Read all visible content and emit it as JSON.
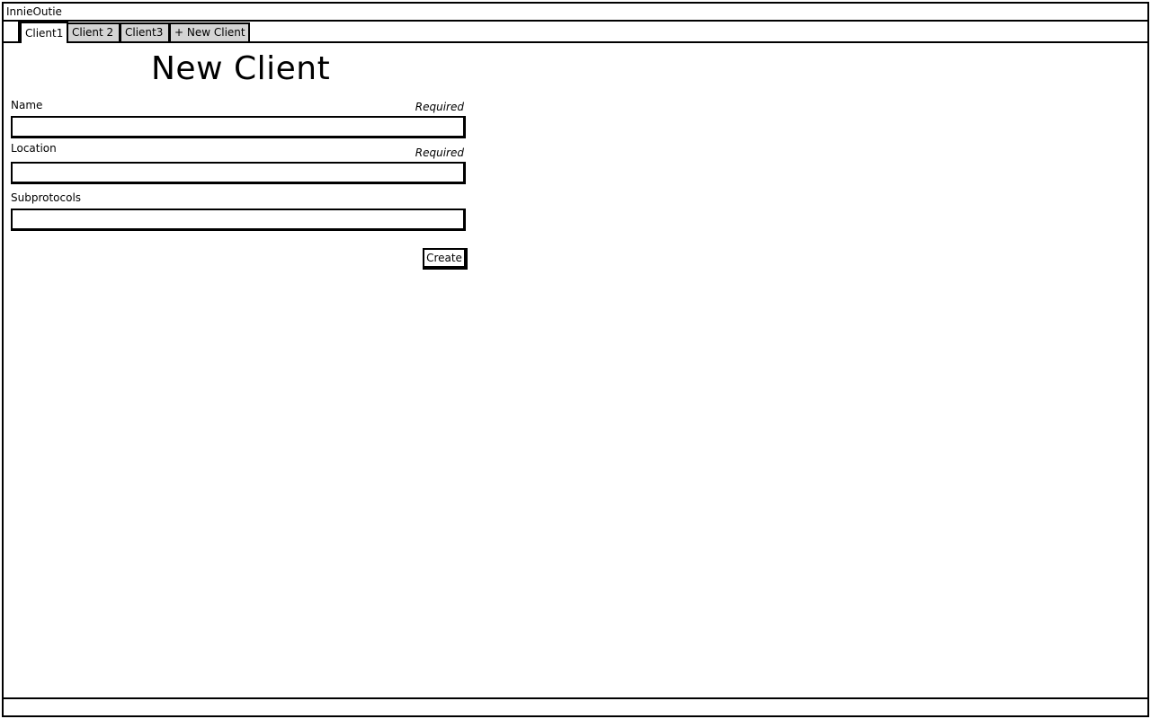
{
  "app": {
    "title": "InnieOutie"
  },
  "tabs": [
    {
      "label": "Client1",
      "active": true
    },
    {
      "label": "Client 2",
      "active": false
    },
    {
      "label": "Client3",
      "active": false
    },
    {
      "label": "+ New Client",
      "active": false
    }
  ],
  "form": {
    "title": "New Client",
    "fields": [
      {
        "label": "Name",
        "required_text": "Required",
        "value": ""
      },
      {
        "label": "Location",
        "required_text": "Required",
        "value": ""
      },
      {
        "label": "Subprotocols",
        "value": ""
      }
    ],
    "submit_label": "Create"
  },
  "colors": {
    "border": "#000000",
    "inactive_tab": "#d4d4d4",
    "background": "#ffffff"
  }
}
